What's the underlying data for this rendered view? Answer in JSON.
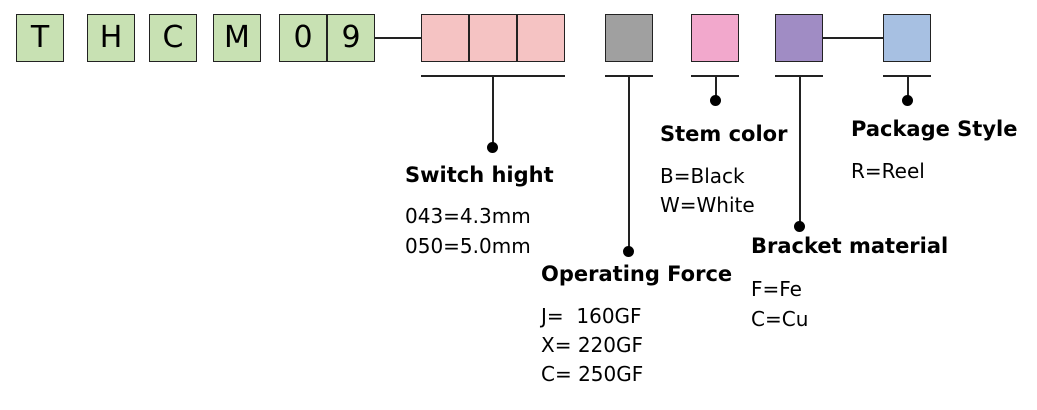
{
  "part_number": {
    "letters": [
      "T",
      "H",
      "C",
      "M",
      "0",
      "9"
    ]
  },
  "segments": {
    "switch_height": {
      "title": "Switch hight",
      "options": [
        "043=4.3mm",
        "050=5.0mm"
      ],
      "color": "#f5c3c3"
    },
    "operating_force": {
      "title": "Operating Force",
      "options": [
        "J=  160GF",
        "X= 220GF",
        "C= 250GF"
      ],
      "color": "#a0a0a0"
    },
    "stem_color": {
      "title": "Stem color",
      "options": [
        "B=Black",
        "W=White"
      ],
      "color": "#f2a8cc"
    },
    "bracket_material": {
      "title": "Bracket material",
      "options": [
        "F=Fe",
        "C=Cu"
      ],
      "color": "#a08cc4"
    },
    "package_style": {
      "title": "Package Style",
      "options": [
        "R=Reel"
      ],
      "color": "#a7c0e2"
    }
  }
}
